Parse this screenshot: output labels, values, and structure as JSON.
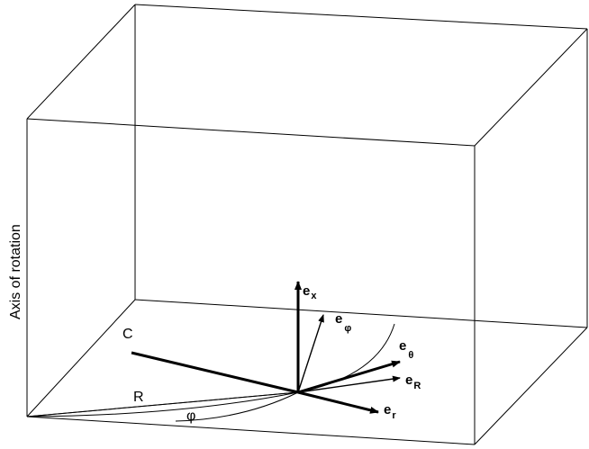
{
  "axis_label": "Axis of rotation",
  "labels": {
    "C": "C",
    "R": "R",
    "phi": "φ"
  },
  "vectors": {
    "ex": {
      "base": "e",
      "sub": "x"
    },
    "ephi": {
      "base": "e",
      "sub": "φ"
    },
    "etheta": {
      "base": "e",
      "sub": "θ"
    },
    "eR": {
      "base": "e",
      "sub": "R"
    },
    "er": {
      "base": "e",
      "sub": "r"
    }
  }
}
